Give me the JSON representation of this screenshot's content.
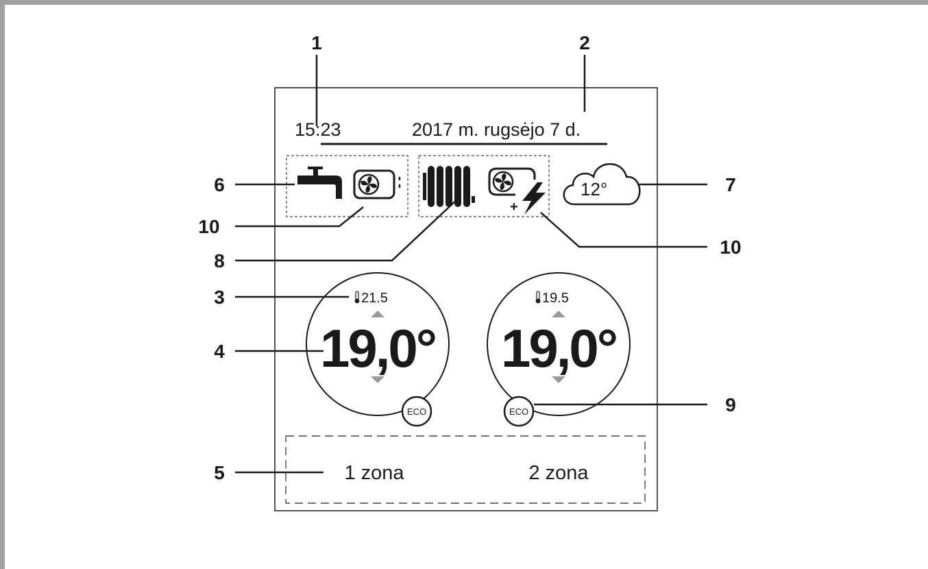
{
  "screen": {
    "time": "15:23",
    "date": "2017 m. rugsėjo 7 d.",
    "outdoor_temp": "12°"
  },
  "zones": [
    {
      "label": "1 zona",
      "measured": "21.5",
      "setpoint": "19,0°",
      "eco": "ECO"
    },
    {
      "label": "2 zona",
      "measured": "19.5",
      "setpoint": "19,0°",
      "eco": "ECO"
    }
  ],
  "heat_source": {
    "plus": "+"
  },
  "callouts": {
    "time": "1",
    "date": "2",
    "measured_temp": "3",
    "setpoint_temp": "4",
    "zones": "5",
    "hot_water": "6",
    "weather": "7",
    "heating": "8",
    "eco": "9",
    "heat_pump_left": "10",
    "heat_pump_right": "10"
  },
  "icons": {
    "tap": "tap-icon",
    "heat_pump": "heat-pump-icon",
    "radiator": "radiator-icon",
    "electric": "lightning-icon",
    "cloud": "cloud-icon",
    "thermometer": "thermometer-icon",
    "arrow_up": "arrow-up-icon",
    "arrow_down": "arrow-down-icon"
  },
  "colors": {
    "ink": "#1a1a1a",
    "arrow": "#9a9a9a",
    "frame": "#a0a0a0"
  }
}
